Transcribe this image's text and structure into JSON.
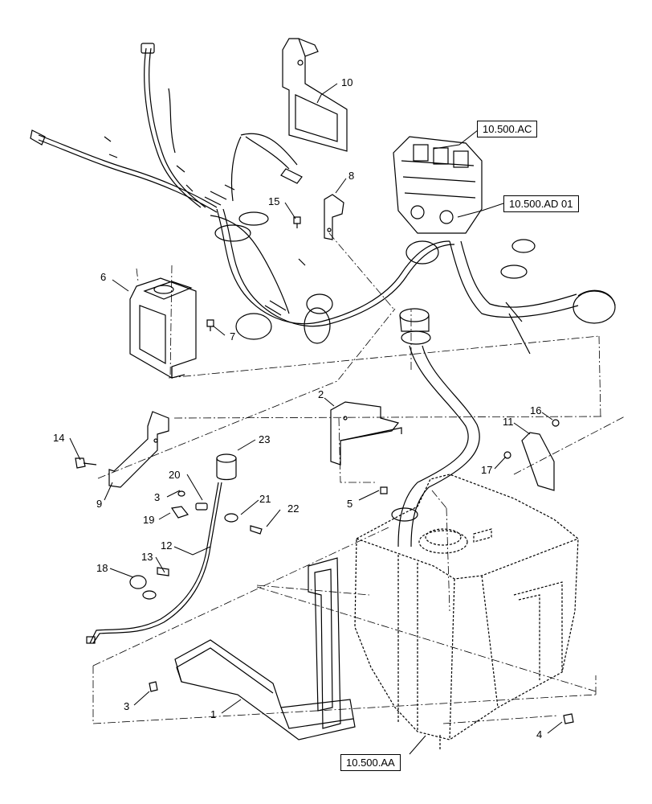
{
  "callouts": {
    "c1": "1",
    "c2": "2",
    "c3a": "3",
    "c3b": "3",
    "c4": "4",
    "c5": "5",
    "c6": "6",
    "c7": "7",
    "c8": "8",
    "c9": "9",
    "c10": "10",
    "c11": "11",
    "c12": "12",
    "c13": "13",
    "c14": "14",
    "c15": "15",
    "c16": "16",
    "c17": "17",
    "c18": "18",
    "c19": "19",
    "c20": "20",
    "c21": "21",
    "c22": "22",
    "c23": "23"
  },
  "references": {
    "ac": "10.500.AC",
    "ad01": "10.500.AD 01",
    "aa": "10.500.AA"
  },
  "colors": {
    "line": "#000000",
    "background": "#ffffff"
  }
}
